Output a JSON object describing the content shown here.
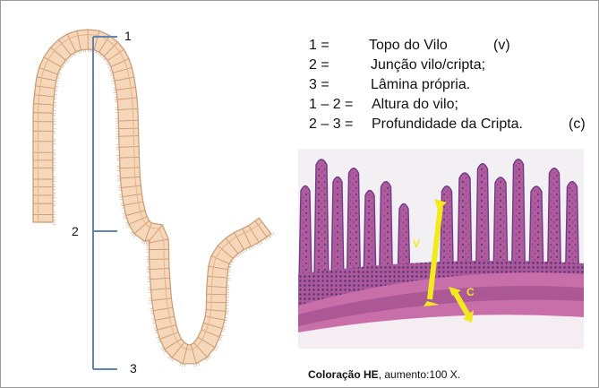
{
  "diagram": {
    "markers": [
      "1",
      "2",
      "3"
    ]
  },
  "legend": {
    "rows": [
      {
        "key": "1 =",
        "value": "Topo do Vilo",
        "tag": "(v)"
      },
      {
        "key": "2 =",
        "value": "Junção vilo/cripta;",
        "tag": ""
      },
      {
        "key": "3 =",
        "value": "Lâmina própria.",
        "tag": ""
      },
      {
        "key": "1 – 2 =",
        "value": "Altura do vilo;",
        "tag": ""
      },
      {
        "key": "2 – 3 =",
        "value": "Profundidade da Cripta.",
        "tag": "(c)"
      }
    ]
  },
  "micrograph": {
    "label_v": "V",
    "label_c": "C",
    "colors": {
      "tissue": "#b5629f",
      "lumen": "#f2f0f3",
      "arrow": "#f2ea1f"
    }
  },
  "caption": {
    "bold": "Coloração HE",
    "rest": ", aumento:100 X."
  }
}
